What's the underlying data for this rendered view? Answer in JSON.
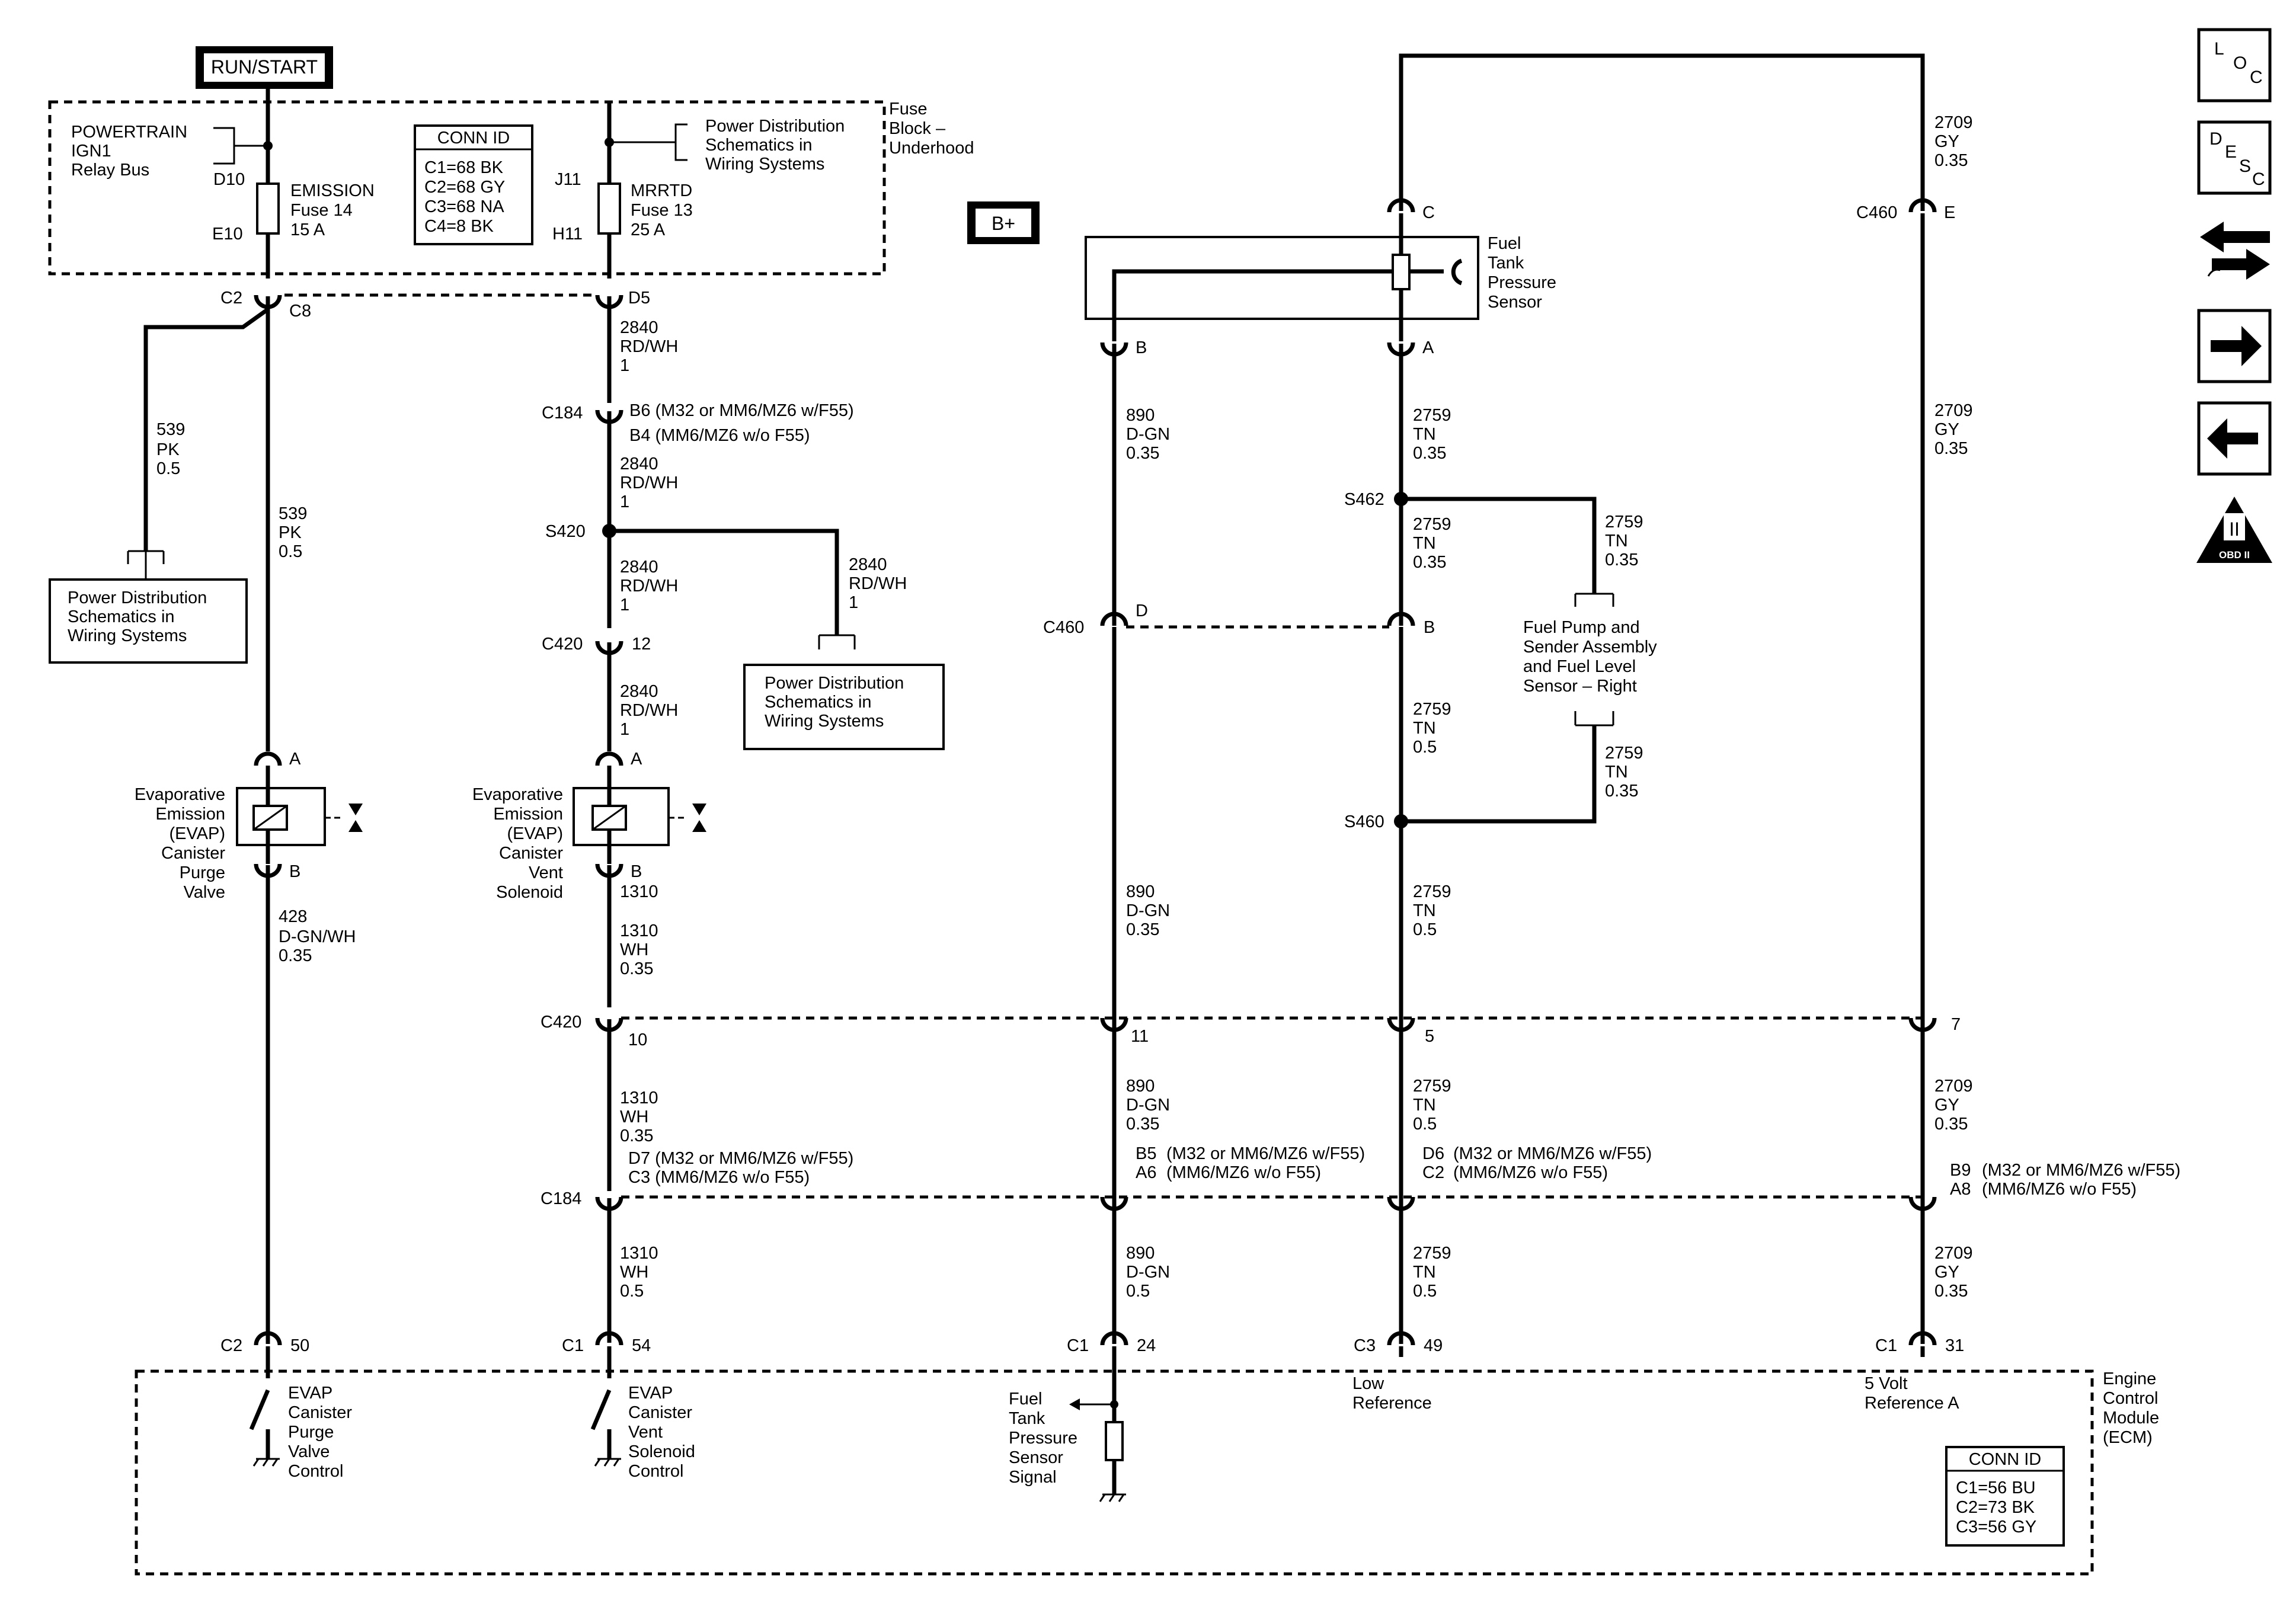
{
  "power": {
    "run_start": "RUN/START",
    "b_plus": "B+"
  },
  "fuse_block": {
    "title_line1": "Fuse",
    "title_line2": "Block –",
    "title_line3": "Underhood",
    "relay_bus_line1": "POWERTRAIN",
    "relay_bus_line2": "IGN1",
    "relay_bus_line3": "Relay Bus",
    "pin_d10": "D10",
    "pin_e10": "E10",
    "fuse14_line1": "EMISSION",
    "fuse14_line2": "Fuse 14",
    "fuse14_line3": "15 A",
    "pin_j11": "J11",
    "pin_h11": "H11",
    "fuse13_line1": "MRRTD",
    "fuse13_line2": "Fuse 13",
    "fuse13_line3": "25 A",
    "power_dist_line1": "Power Distribution",
    "power_dist_line2": "Schematics in",
    "power_dist_line3": "Wiring Systems",
    "conn_id_title": "CONN ID",
    "conn_id_rows": [
      "C1=68 BK",
      "C2=68 GY",
      "C3=68 NA",
      "C4=8 BK"
    ]
  },
  "connectors": {
    "c2": "C2",
    "c8": "C8",
    "d5": "D5",
    "c184": "C184",
    "s420": "S420",
    "c420": "C420",
    "pin12": "12",
    "c184_b6": "B6 (M32 or MM6/MZ6 w/F55)",
    "c184_b4": "B4 (MM6/MZ6 w/o F55)",
    "c420_10": "10",
    "c420_11": "11",
    "c420_5": "5",
    "c420_7": "7",
    "c184_d7": "D7 (M32 or MM6/MZ6 w/F55)",
    "c184_c3": "C3 (MM6/MZ6 w/o F55)",
    "c184_b5": "B5",
    "c184_b5_note": "(M32 or MM6/MZ6 w/F55)",
    "c184_a6": "A6",
    "c184_a6_note": "(MM6/MZ6 w/o F55)",
    "c184_d6": "D6",
    "c184_d6_note": "(M32 or MM6/MZ6 w/F55)",
    "c184_c2": "C2",
    "c184_c2_note": "(MM6/MZ6 w/o F55)",
    "c184_b9": "B9",
    "c184_b9_note": "(M32 or MM6/MZ6 w/F55)",
    "c184_a8": "A8",
    "c184_a8_note": "(MM6/MZ6 w/o F55)",
    "c460": "C460",
    "c460_d": "D",
    "c460_b": "B",
    "c460_e": "E",
    "s462": "S462",
    "s460": "S460",
    "pin_a": "A",
    "pin_b": "B",
    "pin_c": "C",
    "ecm_c2": "C2",
    "ecm_50": "50",
    "ecm_c1a": "C1",
    "ecm_54": "54",
    "ecm_c1b": "C1",
    "ecm_24": "24",
    "ecm_c3": "C3",
    "ecm_49": "49",
    "ecm_c1c": "C1",
    "ecm_31": "31"
  },
  "wires": {
    "w539_num": "539",
    "w539_color": "PK",
    "w539_size": "0.5",
    "w2840_num": "2840",
    "w2840_color": "RD/WH",
    "w2840_size": "1",
    "w428_num": "428",
    "w428_color": "D-GN/WH",
    "w428_size": "0.35",
    "w1310_num": "1310",
    "w1310_color": "WH",
    "w1310_size_a": "0.35",
    "w1310_size_b": "0.5",
    "w890_num": "890",
    "w890_color": "D-GN",
    "w890_size_a": "0.35",
    "w890_size_b": "0.5",
    "w2759_num": "2759",
    "w2759_color": "TN",
    "w2759_size_a": "0.35",
    "w2759_size_b": "0.5",
    "w2709_num": "2709",
    "w2709_color": "GY",
    "w2709_size": "0.35"
  },
  "components": {
    "power_dist_line1": "Power Distribution",
    "power_dist_line2": "Schematics in",
    "power_dist_line3": "Wiring Systems",
    "purge_line1": "Evaporative",
    "purge_line2": "Emission",
    "purge_line3": "(EVAP)",
    "purge_line4": "Canister",
    "purge_line5": "Purge",
    "purge_line6": "Valve",
    "vent_line1": "Evaporative",
    "vent_line2": "Emission",
    "vent_line3": "(EVAP)",
    "vent_line4": "Canister",
    "vent_line5": "Vent",
    "vent_line6": "Solenoid",
    "ftp_line1": "Fuel",
    "ftp_line2": "Tank",
    "ftp_line3": "Pressure",
    "ftp_line4": "Sensor",
    "pump_line1": "Fuel Pump and",
    "pump_line2": "Sender Assembly",
    "pump_line3": "and Fuel Level",
    "pump_line4": "Sensor – Right"
  },
  "ecm": {
    "title_line1": "Engine",
    "title_line2": "Control",
    "title_line3": "Module",
    "title_line4": "(ECM)",
    "purge_line1": "EVAP",
    "purge_line2": "Canister",
    "purge_line3": "Purge",
    "purge_line4": "Valve",
    "purge_line5": "Control",
    "vent_line1": "EVAP",
    "vent_line2": "Canister",
    "vent_line3": "Vent",
    "vent_line4": "Solenoid",
    "vent_line5": "Control",
    "ftp_line1": "Fuel",
    "ftp_line2": "Tank",
    "ftp_line3": "Pressure",
    "ftp_line4": "Sensor",
    "ftp_line5": "Signal",
    "low_ref_line1": "Low",
    "low_ref_line2": "Reference",
    "ref_line1": "5 Volt",
    "ref_line2": "Reference A",
    "conn_id_title": "CONN ID",
    "conn_id_rows": [
      "C1=56 BU",
      "C2=73 BK",
      "C3=56 GY"
    ]
  },
  "nav": {
    "loc_l": "L",
    "loc_o": "O",
    "loc_c": "C",
    "desc_d": "D",
    "desc_e": "E",
    "desc_s": "S",
    "desc_c": "C",
    "obd_roman": "II",
    "obd_label": "OBD II"
  }
}
